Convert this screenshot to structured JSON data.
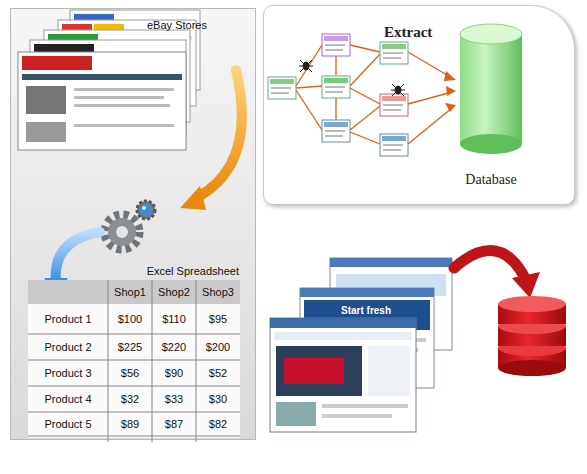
{
  "diagram": {
    "nodes": [
      {
        "text": [
          "eBay Stores",
          "Excel Spreadsheet"
        ]
      },
      {
        "text": [
          "Extract"
        ]
      },
      {
        "text": [
          "Database"
        ],
        "in": 1
      }
    ],
    "labels": [
      "Shop1",
      "Shop2",
      "Shop3",
      "Product 1",
      "$100",
      "$110",
      "$95",
      "Product 2",
      "$225",
      "$220",
      "$200",
      "Product 3",
      "$56",
      "$90",
      "$52",
      "Product 4",
      "$32",
      "$33",
      "$30",
      "Product 5",
      "$89",
      "$87",
      "$82",
      "Start fresh"
    ]
  }
}
